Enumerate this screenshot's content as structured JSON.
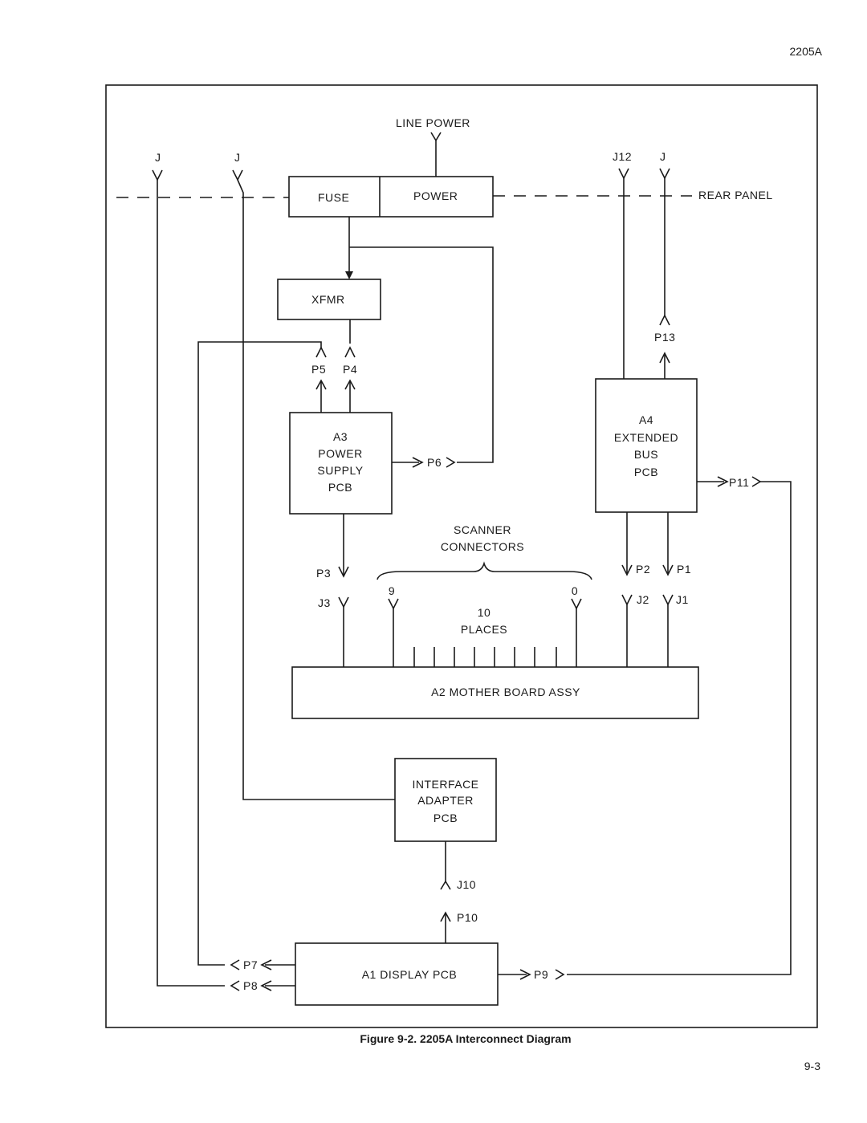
{
  "page": {
    "header": "2205A",
    "page_number": "9-3",
    "caption": "Figure 9-2. 2205A Interconnect Diagram"
  },
  "diagram": {
    "rear_panel_label": "REAR PANEL",
    "line_power_label": "LINE POWER",
    "blocks": {
      "fuse": "FUSE",
      "power": "POWER",
      "xfmr": "XFMR",
      "a3": [
        "A3",
        "POWER",
        "SUPPLY",
        "PCB"
      ],
      "a4": [
        "A4",
        "EXTENDED",
        "BUS",
        "PCB"
      ],
      "a2": "A2  MOTHER BOARD ASSY",
      "interface": [
        "INTERFACE",
        "ADAPTER",
        "PCB"
      ],
      "a1": "A1  DISPLAY PCB"
    },
    "scanner": {
      "title": [
        "SCANNER",
        "CONNECTORS"
      ],
      "places": [
        "10",
        "PLACES"
      ],
      "first": "9",
      "last": "0"
    },
    "connectors": {
      "j_left1": "J",
      "j_left2": "J",
      "j12": "J12",
      "j_right": "J",
      "p13": "P13",
      "p5": "P5",
      "p4": "P4",
      "p6": "P6",
      "p3": "P3",
      "j3": "J3",
      "p2": "P2",
      "p1": "P1",
      "j2": "J2",
      "j1": "J1",
      "p11": "P11",
      "j10": "J10",
      "p10": "P10",
      "p7": "P7",
      "p8": "P8",
      "p9": "P9"
    }
  }
}
